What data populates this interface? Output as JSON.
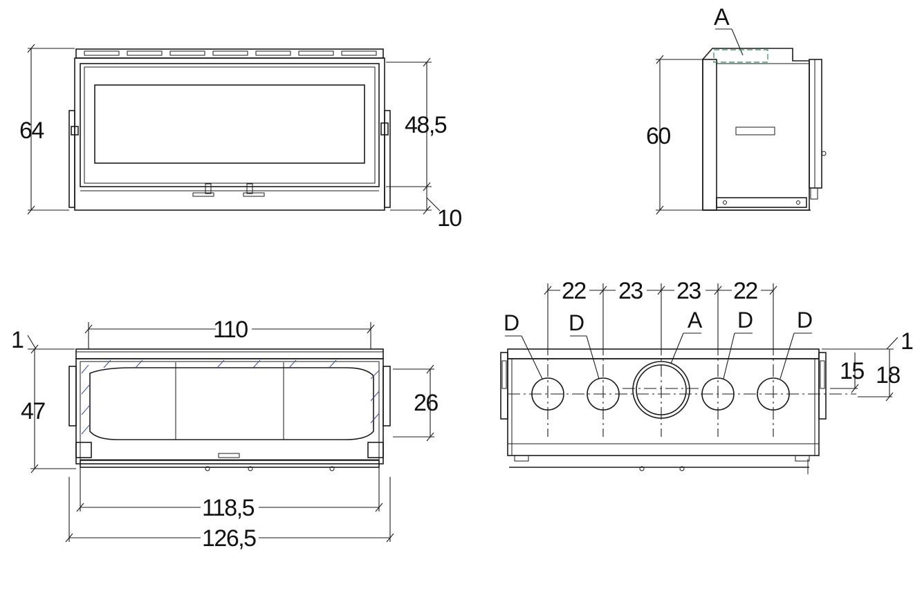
{
  "front_view": {
    "height_total": "64",
    "glass_height": "48,5",
    "base_offset": "10"
  },
  "side_view": {
    "label_top": "A",
    "height": "60"
  },
  "top_view": {
    "inner_width": "110",
    "top_offset": "1",
    "depth": "47",
    "glass_depth": "26",
    "width_mid": "118,5",
    "width_total": "126,5"
  },
  "rear_view": {
    "spacing_1": "22",
    "spacing_2": "23",
    "spacing_3": "23",
    "spacing_4": "22",
    "label_d1": "D",
    "label_d2": "D",
    "label_a": "A",
    "label_d3": "D",
    "label_d4": "D",
    "top_offset": "1",
    "axis_15": "15",
    "axis_18": "18"
  }
}
